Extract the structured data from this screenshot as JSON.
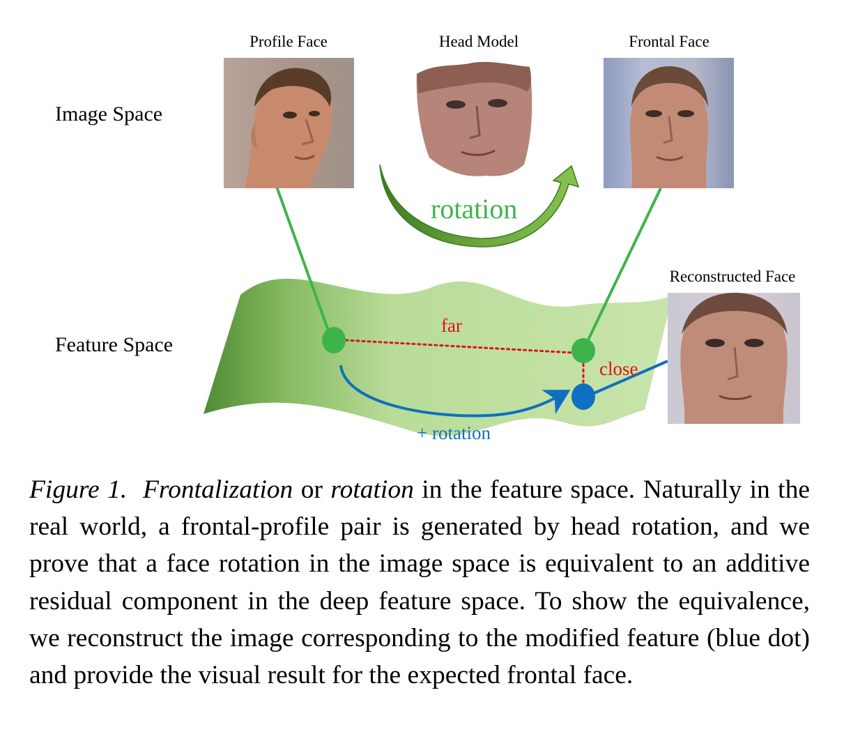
{
  "figure": {
    "labels": {
      "profile_face": "Profile Face",
      "head_model": "Head Model",
      "frontal_face": "Frontal Face",
      "reconstructed_face": "Reconstructed Face",
      "image_space": "Image Space",
      "feature_space": "Feature Space",
      "rotation": "rotation",
      "far": "far",
      "close": "close",
      "plus_rotation": "+ rotation"
    },
    "colors": {
      "green_line": "#3cb54a",
      "green_dot": "#3db449",
      "blue": "#0f6fc0",
      "red_dots": "#e0101a",
      "manifold_light": "#c6e2a8",
      "manifold_dark": "#5f9a3e",
      "arrow_dark": "#4d8a2c",
      "arrow_light": "#7fbe4a"
    }
  },
  "caption": {
    "label": "Figure 1.",
    "term1": "Frontalization",
    "join": "or",
    "term2": "rotation",
    "body": "in the feature space. Naturally in the real world, a frontal-profile pair is generated by head rotation, and we prove that a face rotation in the image space is equivalent to an additive residual component in the deep feature space. To show the equivalence, we reconstruct the image corresponding to the modified feature (blue dot) and provide the visual result for the expected frontal face."
  }
}
